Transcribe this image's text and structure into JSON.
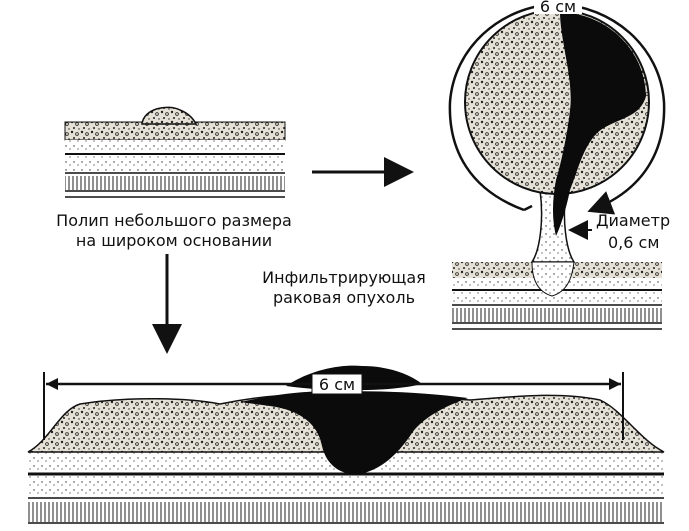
{
  "labels": {
    "small_polyp_line1": "Полип небольшого размера",
    "small_polyp_line2": "на широком основании",
    "infiltrating_line1": "Инфильтрирующая",
    "infiltrating_line2": "раковая опухоль",
    "diameter_line1": "Диаметр",
    "diameter_line2": "0,6 см",
    "pedunculated_size": "6 см",
    "sessile_size": "6 см"
  },
  "colors": {
    "ink": "#111111",
    "paper": "#ffffff",
    "tumor_dark": "#0b0b0b",
    "speckle_fill": "#d9d4c7"
  }
}
